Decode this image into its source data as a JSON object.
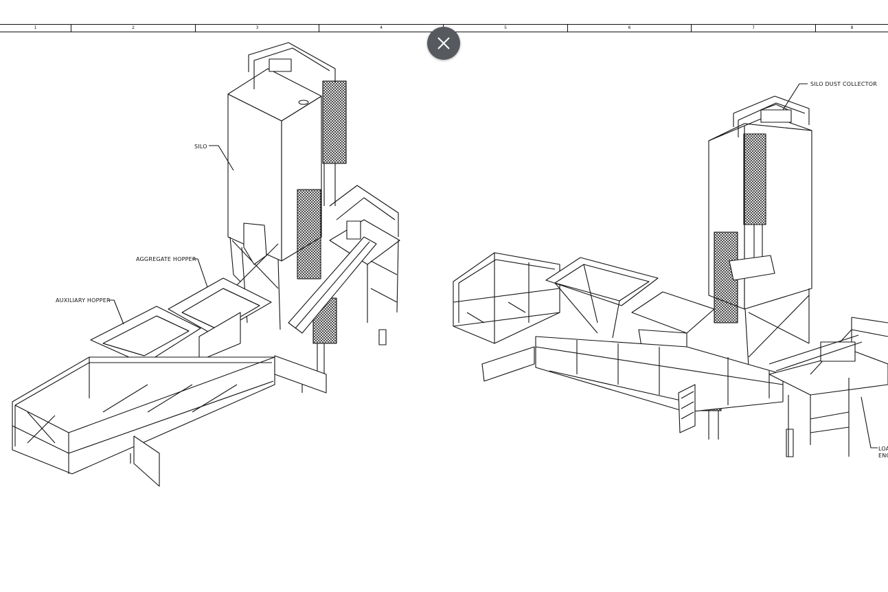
{
  "drawing": {
    "zone_labels": [
      "1",
      "2",
      "3",
      "4",
      "5",
      "6",
      "7",
      "8"
    ],
    "left_view": {
      "labels": {
        "silo": "SILO",
        "aggregate_hopper": "AGGREGATE HOPPER",
        "auxiliary_hopper": "AUXILIARY HOPPER"
      }
    },
    "right_view": {
      "labels": {
        "silo_dust_collector": "SILO DUST COLLECTOR",
        "loadout_line1": "LOA",
        "loadout_line2": "ENC"
      }
    }
  },
  "viewer": {
    "close_icon": "close-icon",
    "close_button_color": "#565a5f"
  }
}
